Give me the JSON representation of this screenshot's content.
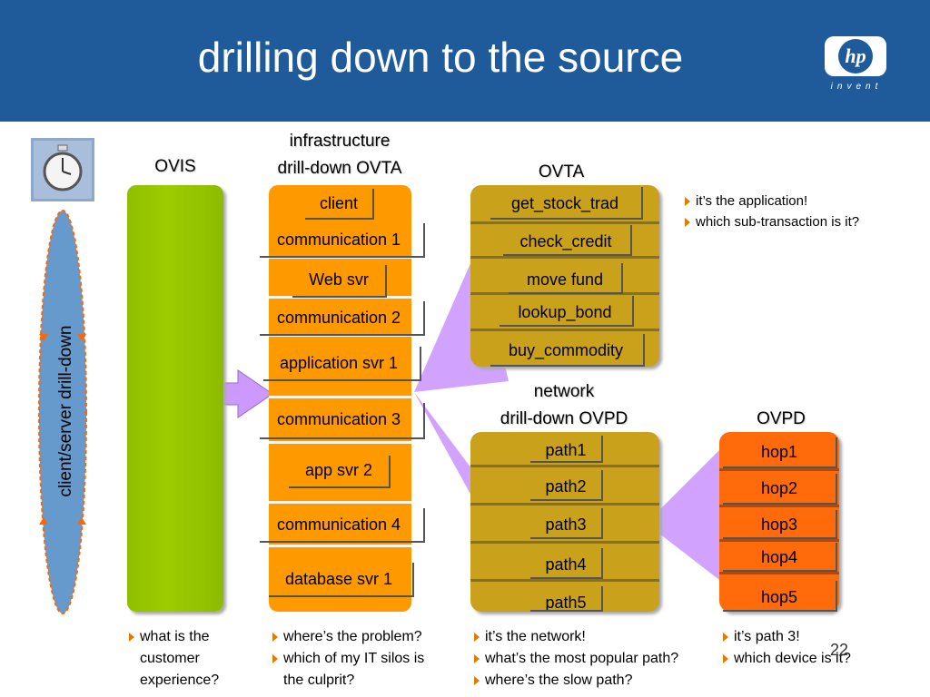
{
  "title": "drilling down to the source",
  "logo": {
    "mark": "hp",
    "tagline": "invent"
  },
  "side_label": "client/server drill-down",
  "columns": {
    "ovis": {
      "title": "OVIS"
    },
    "infra": {
      "title_line1": "infrastructure",
      "title_line2": "drill-down OVTA",
      "items": [
        "client",
        "communication 1",
        "Web svr",
        "communication 2",
        "application svr 1",
        "communication 3",
        "app svr 2",
        "communication 4",
        "database svr 1"
      ]
    },
    "ovta": {
      "title": "OVTA",
      "items": [
        "get_stock_trad",
        "check_credit",
        "move fund",
        "lookup_bond",
        "buy_commodity"
      ]
    },
    "network": {
      "title_line1": "network",
      "title_line2": "drill-down OVPD",
      "items": [
        "path1",
        "path2",
        "path3",
        "path4",
        "path5"
      ]
    },
    "ovpd": {
      "title": "OVPD",
      "items": [
        "hop1",
        "hop2",
        "hop3",
        "hop4",
        "hop5"
      ]
    }
  },
  "notes": {
    "ovta": [
      "it’s the application!",
      "which sub-transaction is it?"
    ],
    "ovis": [
      "what is the",
      "customer",
      "experience?"
    ],
    "infra": [
      "where’s the problem?",
      "which of my IT silos is",
      "the culprit?"
    ],
    "network": [
      "it’s the network!",
      "what’s the most popular path?",
      "where’s the slow path?"
    ],
    "ovpd": [
      "it’s path 3!",
      "which device is it?"
    ]
  },
  "page_number": "22",
  "colors": {
    "header": "#1f5b9a",
    "ovis": "#99cc00",
    "infra": "#ff9900",
    "ovta": "#c9a11a",
    "ovpd": "#ff6a0a",
    "arrow": "#cc99ff",
    "side_band": "#6699cc",
    "bullet": "#e07b00"
  }
}
